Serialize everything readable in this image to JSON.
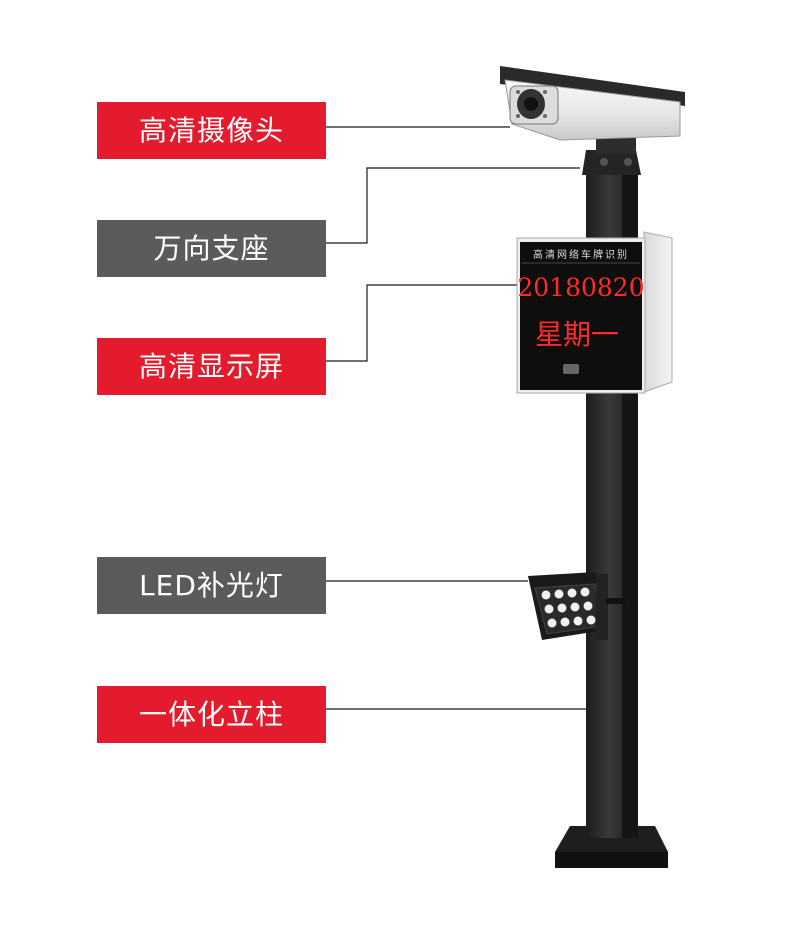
{
  "labels": [
    {
      "text": "高清摄像头",
      "color": "red"
    },
    {
      "text": "万向支座",
      "color": "gray"
    },
    {
      "text": "高清显示屏",
      "color": "red"
    },
    {
      "text": "LED补光灯",
      "color": "gray"
    },
    {
      "text": "一体化立柱",
      "color": "red"
    }
  ],
  "display": {
    "header": "高清网络车牌识别",
    "date": "20180820",
    "weekday": "星期一"
  },
  "colors": {
    "label_red": "#e31b2c",
    "label_gray": "#5b5b5b",
    "led_red": "#ff2a2a",
    "pole": "#2b2b2b"
  }
}
